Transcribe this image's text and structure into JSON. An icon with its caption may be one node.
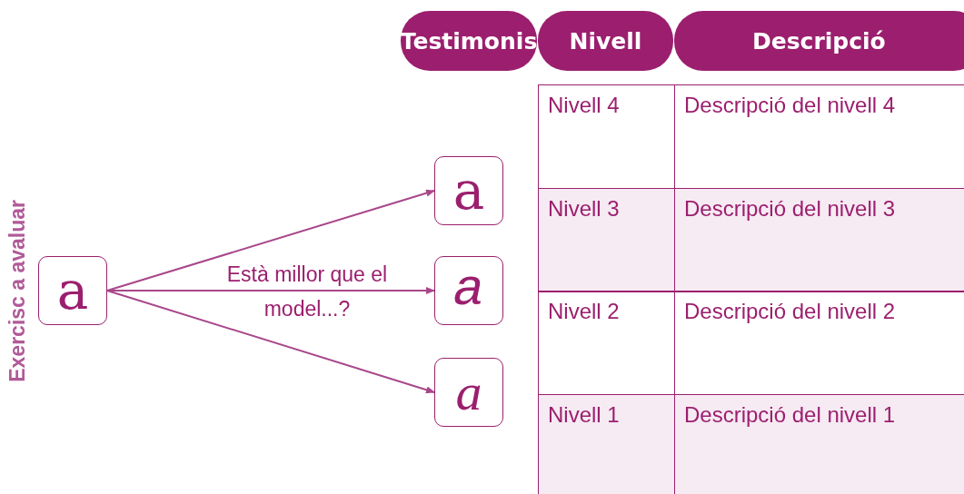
{
  "diagram": {
    "nodes": [
      {
        "text": [
          "a"
        ],
        "beside": [
          "Exercisc a avaluar"
        ]
      },
      {
        "text": [
          "a"
        ]
      },
      {
        "text": [
          "a"
        ]
      },
      {
        "text": [
          "a"
        ]
      },
      {
        "text": [
          "Testimonis"
        ]
      },
      {
        "text": [
          "Nivell"
        ]
      },
      {
        "text": [
          "Descripció"
        ]
      }
    ],
    "edges": [
      {
        "from": 0,
        "to": 1,
        "arrow": "to"
      },
      {
        "from": 0,
        "to": 2,
        "arrow": "to",
        "label": "Està millor que el model...?"
      },
      {
        "from": 0,
        "to": 3,
        "arrow": "to"
      }
    ],
    "labels": [
      "Nivell 4",
      "Descripció del nivell 4",
      "Nivell 3",
      "Descripció del nivell 3",
      "Nivell 2",
      "Descripció del nivell 2",
      "Nivell 1",
      "Descripció del nivell 1"
    ]
  }
}
